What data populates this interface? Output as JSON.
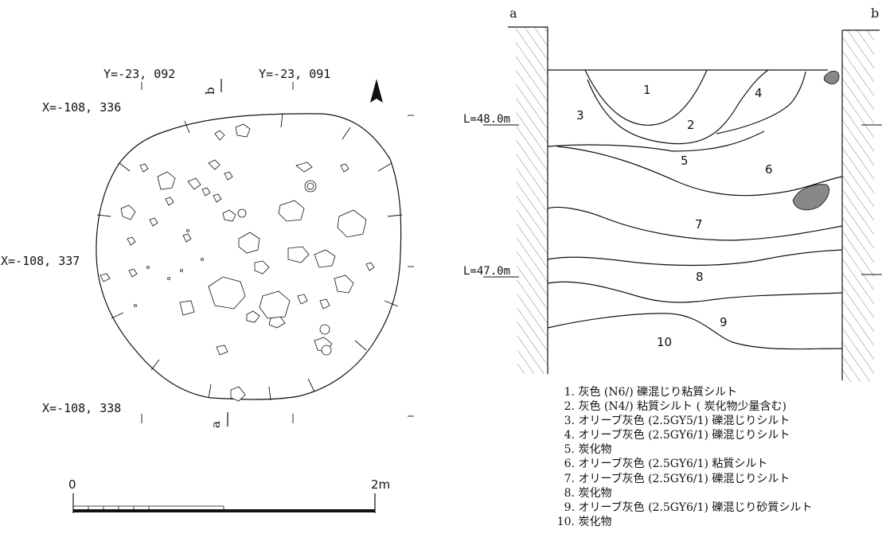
{
  "plan": {
    "coords": {
      "y_left": "Y=-23, 092",
      "y_right": "Y=-23, 091",
      "x_top": "X=-108, 336",
      "x_mid": "X=-108, 337",
      "x_bottom": "X=-108, 338"
    },
    "section_point_top": "b",
    "section_point_bottom": "a"
  },
  "scale": {
    "start": "0",
    "end": "2m"
  },
  "section": {
    "corner_left": "a",
    "corner_right": "b",
    "level_upper": "L=48.0m",
    "level_lower": "L=47.0m",
    "layer_numbers": [
      "1",
      "2",
      "3",
      "4",
      "5",
      "6",
      "7",
      "8",
      "9",
      "10"
    ]
  },
  "legend": [
    {
      "num": "1.",
      "text": "灰色 (N6/) 礫混じり粘質シルト"
    },
    {
      "num": "2.",
      "text": "灰色 (N4/) 粘質シルト ( 炭化物少量含む)"
    },
    {
      "num": "3.",
      "text": "オリーブ灰色 (2.5GY5/1) 礫混じりシルト"
    },
    {
      "num": "4.",
      "text": "オリーブ灰色 (2.5GY6/1) 礫混じりシルト"
    },
    {
      "num": "5.",
      "text": "炭化物"
    },
    {
      "num": "6.",
      "text": "オリーブ灰色 (2.5GY6/1) 粘質シルト"
    },
    {
      "num": "7.",
      "text": "オリーブ灰色 (2.5GY6/1) 礫混じりシルト"
    },
    {
      "num": "8.",
      "text": "炭化物"
    },
    {
      "num": "9.",
      "text": "オリーブ灰色 (2.5GY6/1) 礫混じり砂質シルト"
    },
    {
      "num": "10.",
      "text": "炭化物"
    }
  ]
}
